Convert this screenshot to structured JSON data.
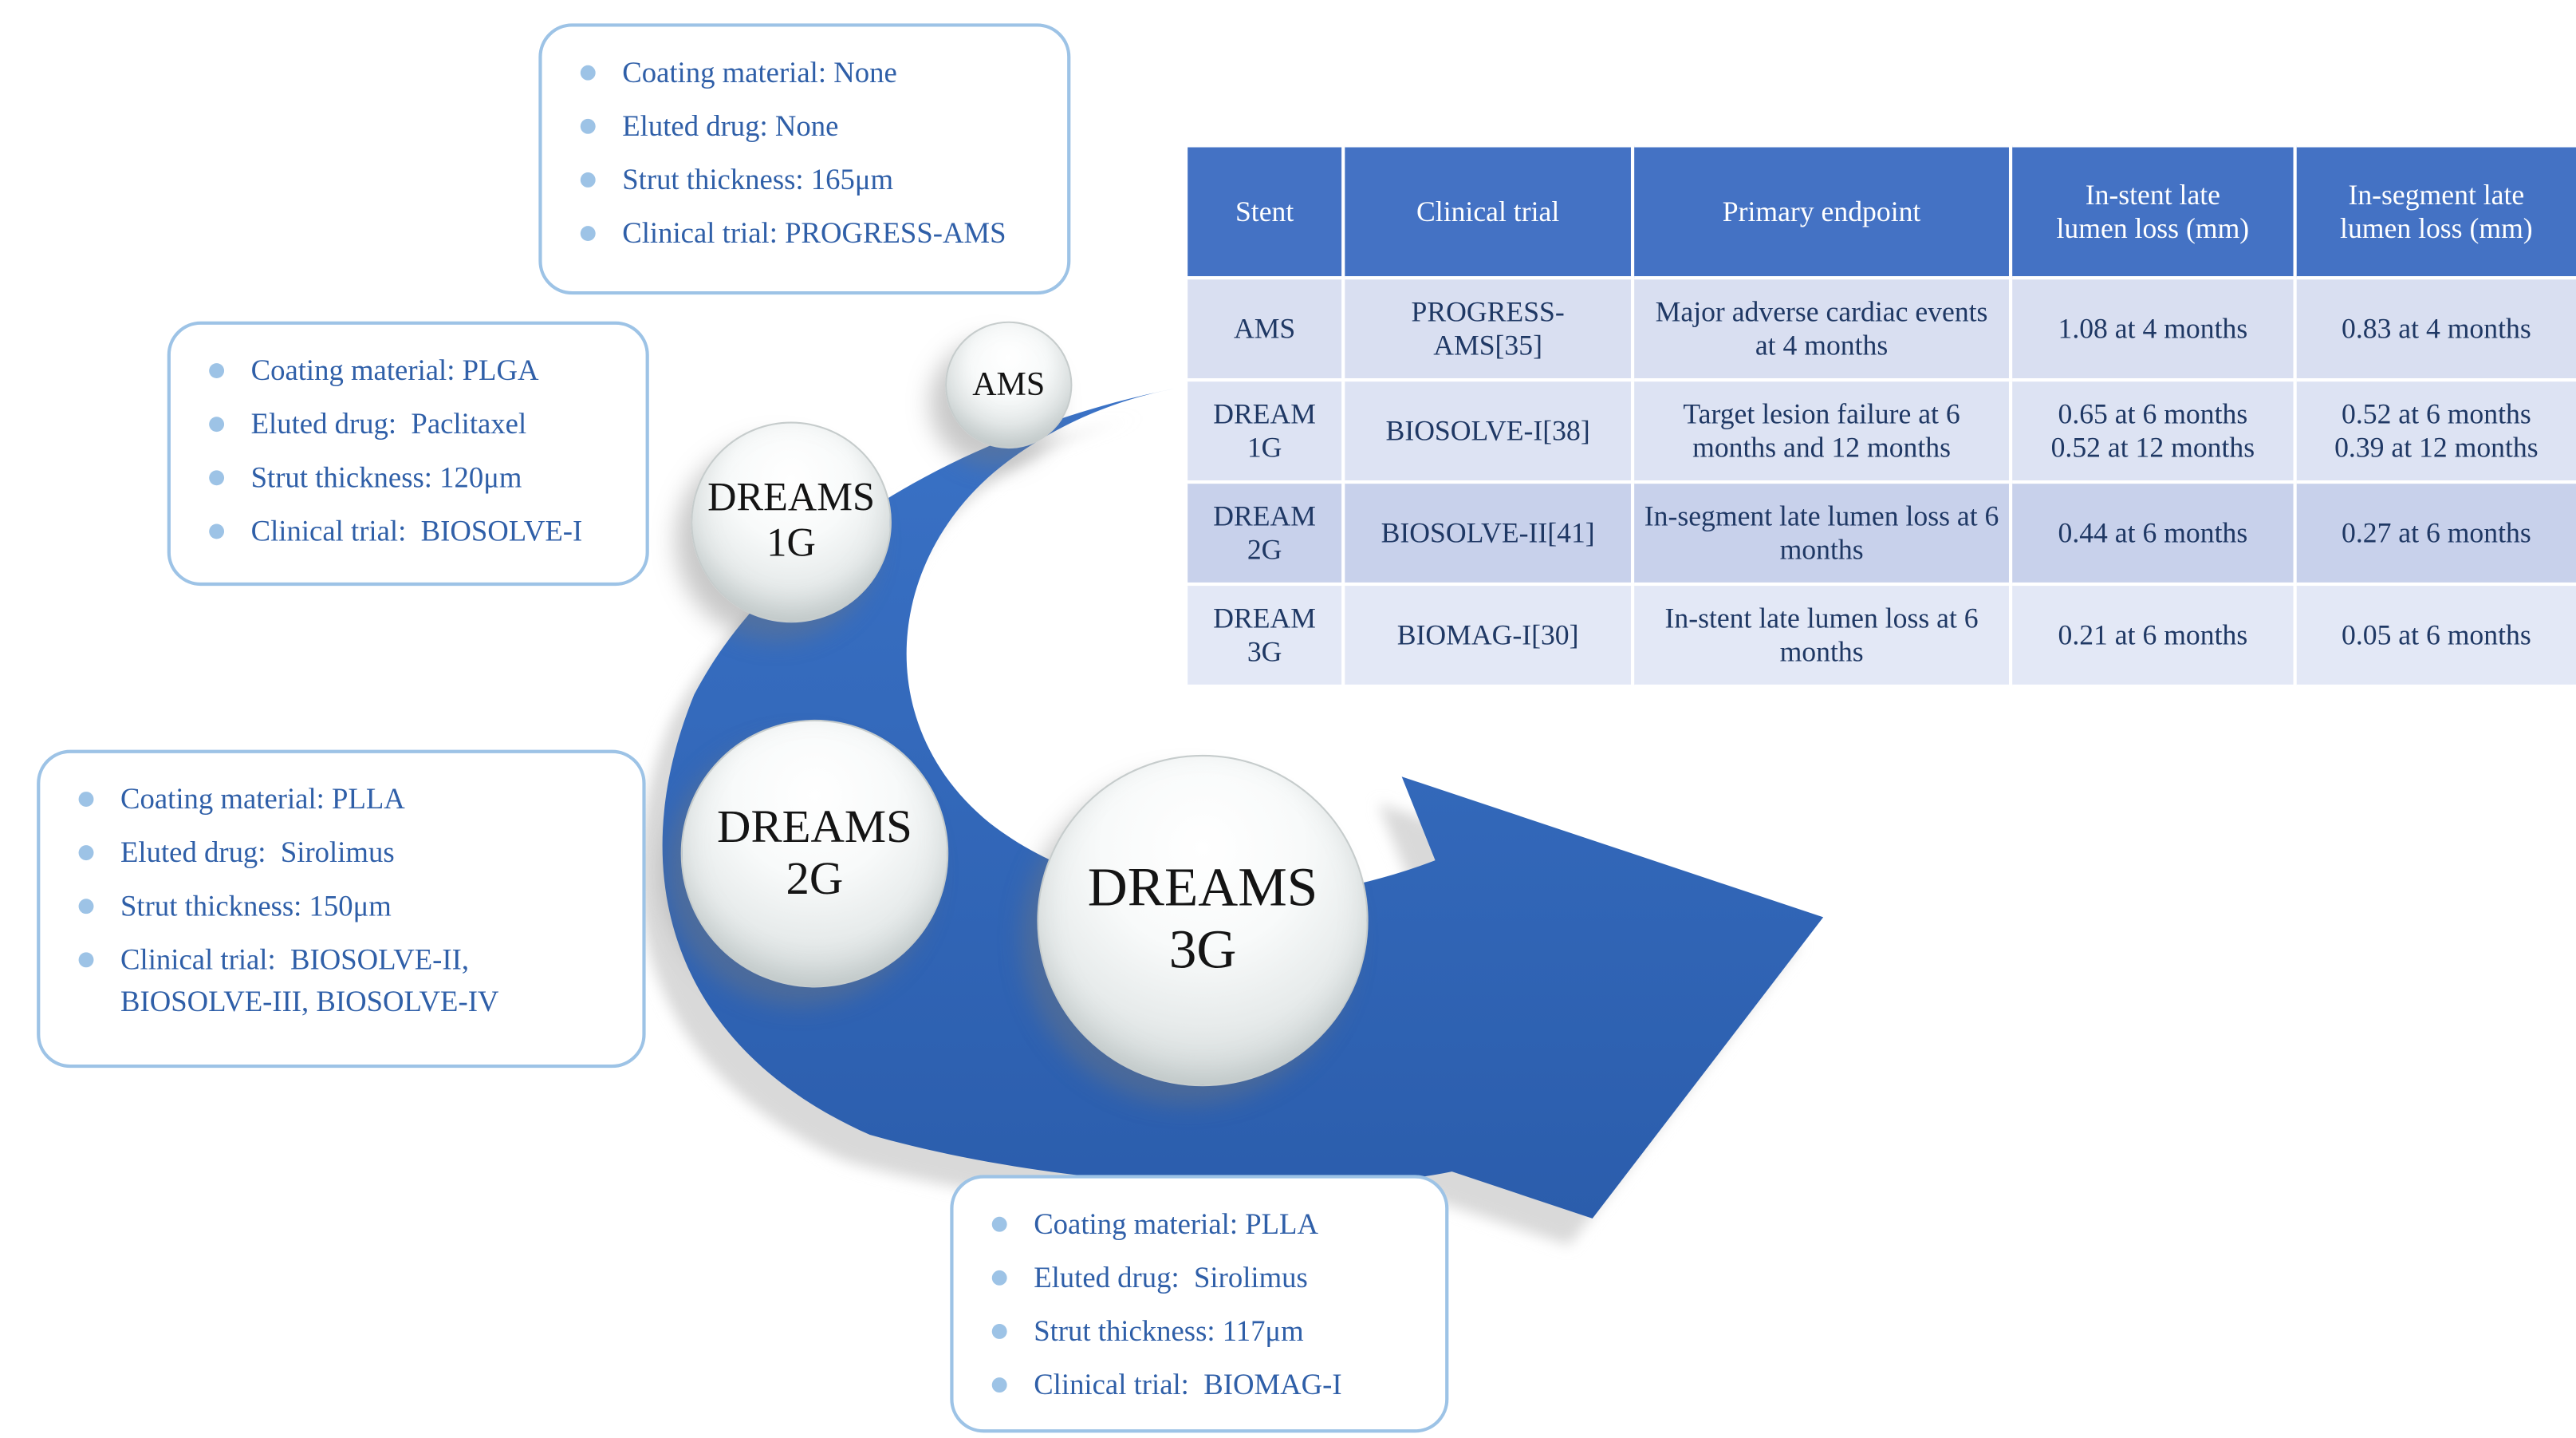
{
  "figure": {
    "description": "Evolution of magnesium bioresorbable scaffolds (AMS to DREAMS 3G) with clinical trial results table"
  },
  "colors": {
    "arrow_blue": "#2E64B5",
    "arrow_shadow_gray": "#D9D9D9",
    "callout_border_blue": "#9DC3E6",
    "callout_text_blue": "#2F5FA8",
    "table_header_blue": "#4472C4",
    "table_text_navy": "#1F3864",
    "row_band_light": "#DDE3F3",
    "row_band_dark": "#C8D1EB"
  },
  "callouts": {
    "ams": {
      "items": [
        "Coating material: None",
        "Eluted drug: None",
        "Strut thickness: 165μm",
        "Clinical trial: PROGRESS-AMS"
      ]
    },
    "dreams1g": {
      "items": [
        "Coating material: PLGA",
        "Eluted drug:  Paclitaxel",
        "Strut thickness: 120μm",
        "Clinical trial:  BIOSOLVE-I"
      ]
    },
    "dreams2g": {
      "items": [
        "Coating material: PLLA",
        "Eluted drug:  Sirolimus",
        "Strut thickness: 150μm",
        "Clinical trial:  BIOSOLVE-II, BIOSOLVE-III, BIOSOLVE-IV"
      ]
    },
    "dreams3g": {
      "items": [
        "Coating material: PLLA",
        "Eluted drug:  Sirolimus",
        "Strut thickness: 117μm",
        "Clinical trial:  BIOMAG-I"
      ]
    }
  },
  "timeline": {
    "nodes": [
      {
        "id": "ams",
        "label": "AMS"
      },
      {
        "id": "dreams-1g",
        "label": "DREAMS\n1G"
      },
      {
        "id": "dreams-2g",
        "label": "DREAMS\n2G"
      },
      {
        "id": "dreams-3g",
        "label": "DREAMS\n3G"
      }
    ]
  },
  "table": {
    "headers": [
      "Stent",
      "Clinical trial",
      "Primary endpoint",
      "In-stent late\nlumen loss (mm)",
      "In-segment late\nlumen loss (mm)"
    ],
    "rows": [
      [
        "AMS",
        "PROGRESS-\nAMS[35]",
        "Major adverse cardiac events at 4 months",
        "1.08 at 4 months",
        "0.83 at 4 months"
      ],
      [
        "DREAM\n1G",
        "BIOSOLVE-I[38]",
        "Target lesion failure at 6 months and 12 months",
        "0.65 at 6 months\n0.52 at 12 months",
        "0.52 at 6 months\n0.39 at 12 months"
      ],
      [
        "DREAM\n2G",
        "BIOSOLVE-II[41]",
        "In-segment late lumen loss at 6 months",
        "0.44 at 6 months",
        "0.27 at 6 months"
      ],
      [
        "DREAM\n3G",
        "BIOMAG-I[30]",
        "In-stent late lumen loss at 6 months",
        "0.21 at 6 months",
        "0.05 at 6 months"
      ]
    ]
  }
}
